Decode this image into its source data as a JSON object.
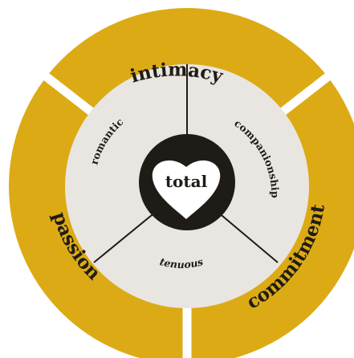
{
  "colors": {
    "ring": "#dcaa14",
    "inner": "#e9e6e1",
    "hub": "#1f1b16",
    "heart": "#ffffff",
    "divider": "#ffffff",
    "spoke": "#1f1b16"
  },
  "outer_ring": {
    "top": "intimacy",
    "left": "passion",
    "right": "commitment"
  },
  "inner_ring": {
    "upper_left": "romantic",
    "upper_right": "companionship",
    "bottom": "tenuous"
  },
  "center": {
    "label": "total",
    "icon": "heart-icon"
  }
}
